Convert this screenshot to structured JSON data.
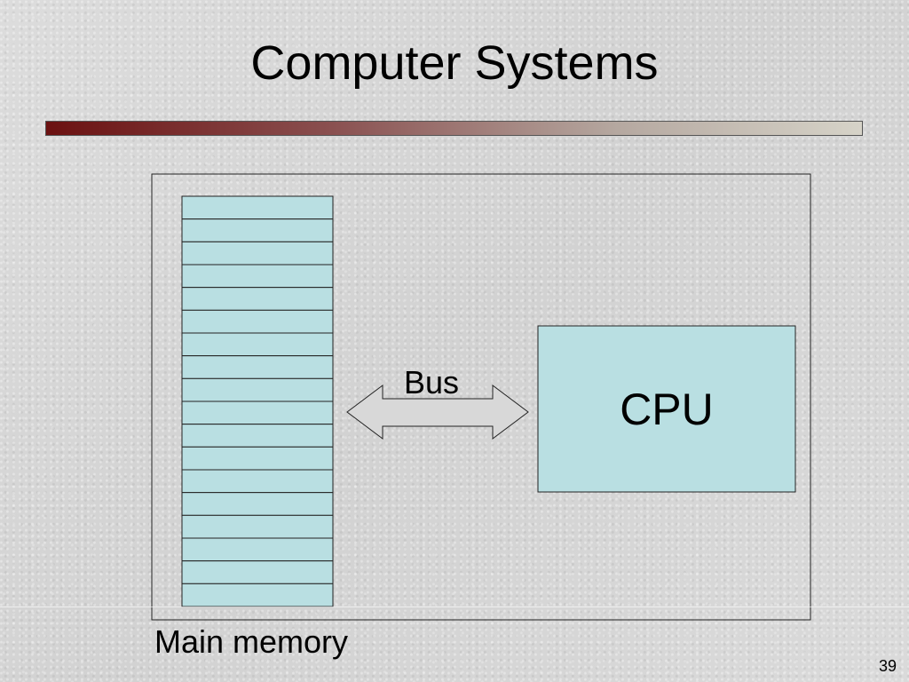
{
  "slide": {
    "title": "Computer Systems",
    "slide_number": "39"
  },
  "diagram": {
    "memory_label": "Main memory",
    "bus_label": "Bus",
    "cpu_label": "CPU",
    "memory_cell_count": 18,
    "colors": {
      "memory_cell_fill": "#b9dfe2",
      "cpu_fill": "#b9dfe2",
      "outline": "#222222",
      "title_bar_start": "#6b1111",
      "title_bar_end": "#d6d3c8"
    }
  }
}
